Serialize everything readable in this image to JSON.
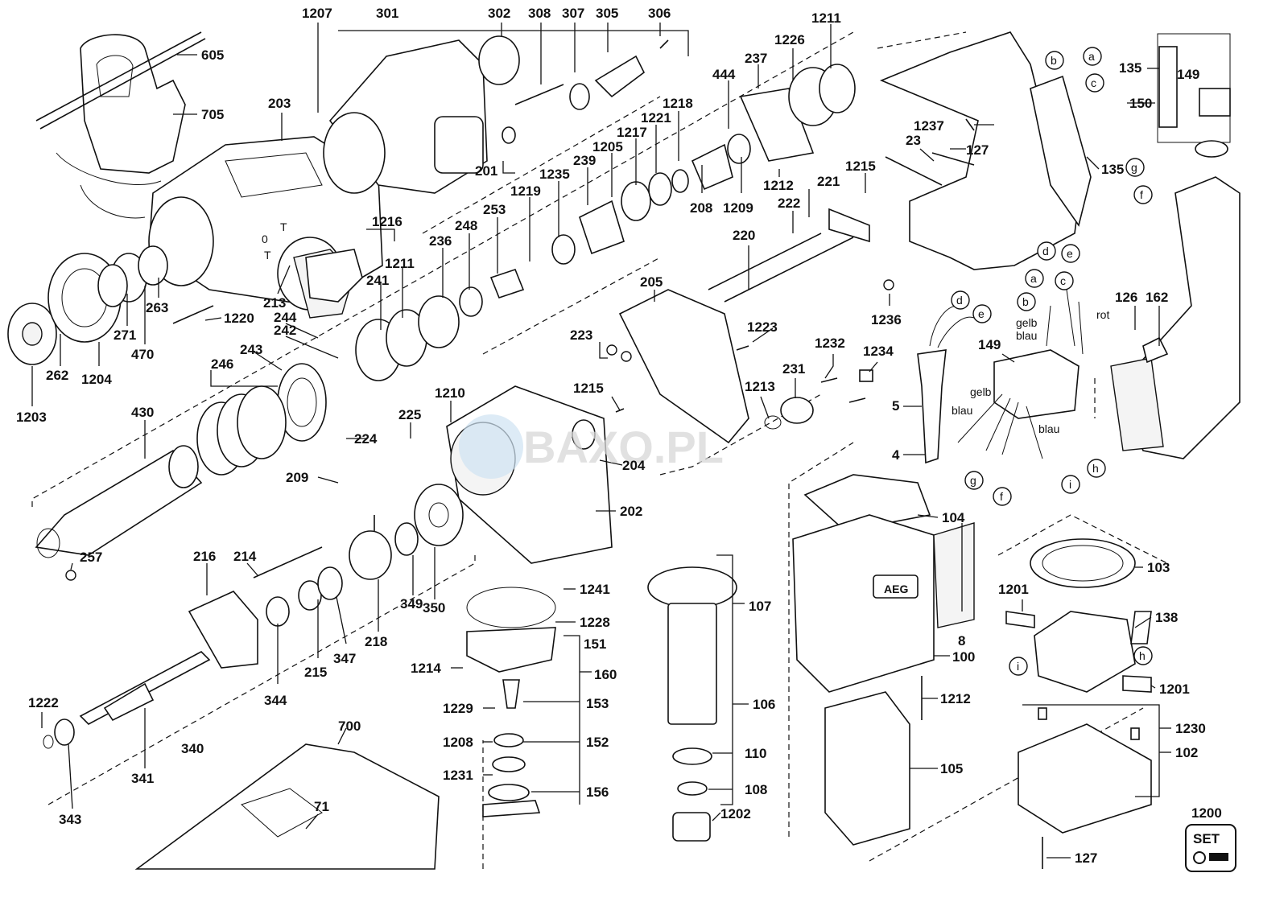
{
  "labels": {
    "l605": "605",
    "l705": "705",
    "l203": "203",
    "l1207": "1207",
    "l301": "301",
    "l302": "302",
    "l308": "308",
    "l307": "307",
    "l305": "305",
    "l306": "306",
    "l1211a": "1211",
    "l1226": "1226",
    "l237": "237",
    "l444": "444",
    "l1218": "1218",
    "l1221": "1221",
    "l1217": "1217",
    "l1205": "1205",
    "l239": "239",
    "l1235": "1235",
    "l1219": "1219",
    "l201": "201",
    "l253": "253",
    "l248": "248",
    "l236": "236",
    "l1216": "1216",
    "l241": "241",
    "l1211b": "1211",
    "l208": "208",
    "l1209": "1209",
    "l1212a": "1212",
    "l221": "221",
    "l222": "222",
    "l1215a": "1215",
    "l220": "220",
    "l1237": "1237",
    "l23": "23",
    "l127a": "127",
    "l135a": "135",
    "l149a": "149",
    "l150": "150",
    "l135b": "135",
    "l1203": "1203",
    "l262": "262",
    "l1204": "1204",
    "l470": "470",
    "l271": "271",
    "l263": "263",
    "l213": "213",
    "l1220": "1220",
    "l244": "244",
    "l242": "242",
    "l243": "243",
    "l246": "246",
    "l205": "205",
    "l1223": "1223",
    "l223": "223",
    "l1236": "1236",
    "l126": "126",
    "l162": "162",
    "l430": "430",
    "l1210": "1210",
    "l1215b": "1215",
    "l1213": "1213",
    "l231": "231",
    "l1232": "1232",
    "l1234": "1234",
    "l5": "5",
    "l149b": "149",
    "l225": "225",
    "l224": "224",
    "l209": "209",
    "l204": "204",
    "l202": "202",
    "l4": "4",
    "l257": "257",
    "l104": "104",
    "l216": "216",
    "l214": "214",
    "l349": "349",
    "l350": "350",
    "l218": "218",
    "l1241": "1241",
    "l1228": "1228",
    "l107": "107",
    "l151": "151",
    "l103": "103",
    "l1201a": "1201",
    "l138": "138",
    "l8": "8",
    "l100": "100",
    "l1214": "1214",
    "l160": "160",
    "l215": "215",
    "l347": "347",
    "l344": "344",
    "l1222": "1222",
    "l1229": "1229",
    "l153": "153",
    "l106": "106",
    "l1201b": "1201",
    "l1212b": "1212",
    "l340": "340",
    "l1208": "1208",
    "l152": "152",
    "l700": "700",
    "l110": "110",
    "l1230": "1230",
    "l102": "102",
    "l341": "341",
    "l1231": "1231",
    "l105": "105",
    "l343": "343",
    "l156": "156",
    "l108": "108",
    "l1202": "1202",
    "l71": "71",
    "l1200": "1200",
    "l127b": "127"
  },
  "wire_letters": {
    "a1": "a",
    "b1": "b",
    "c1": "c",
    "g1": "g",
    "f1": "f",
    "d1": "d",
    "e1": "e",
    "a2": "a",
    "b2": "b",
    "c2": "c",
    "d2": "d",
    "e2": "e",
    "g2": "g",
    "f2": "f",
    "i1": "i",
    "h1": "h",
    "i2": "i",
    "h2": "h"
  },
  "wire_colors": {
    "rot": "rot",
    "gelb1": "gelb",
    "blau1": "blau",
    "gelb2": "gelb",
    "blau2": "blau",
    "blau3": "blau"
  },
  "watermark": "BAXO.PL",
  "brand_logo": "AEG",
  "set_badge": "SET",
  "selector_marks": {
    "t1": "T",
    "o": "0",
    "t2": "T"
  }
}
